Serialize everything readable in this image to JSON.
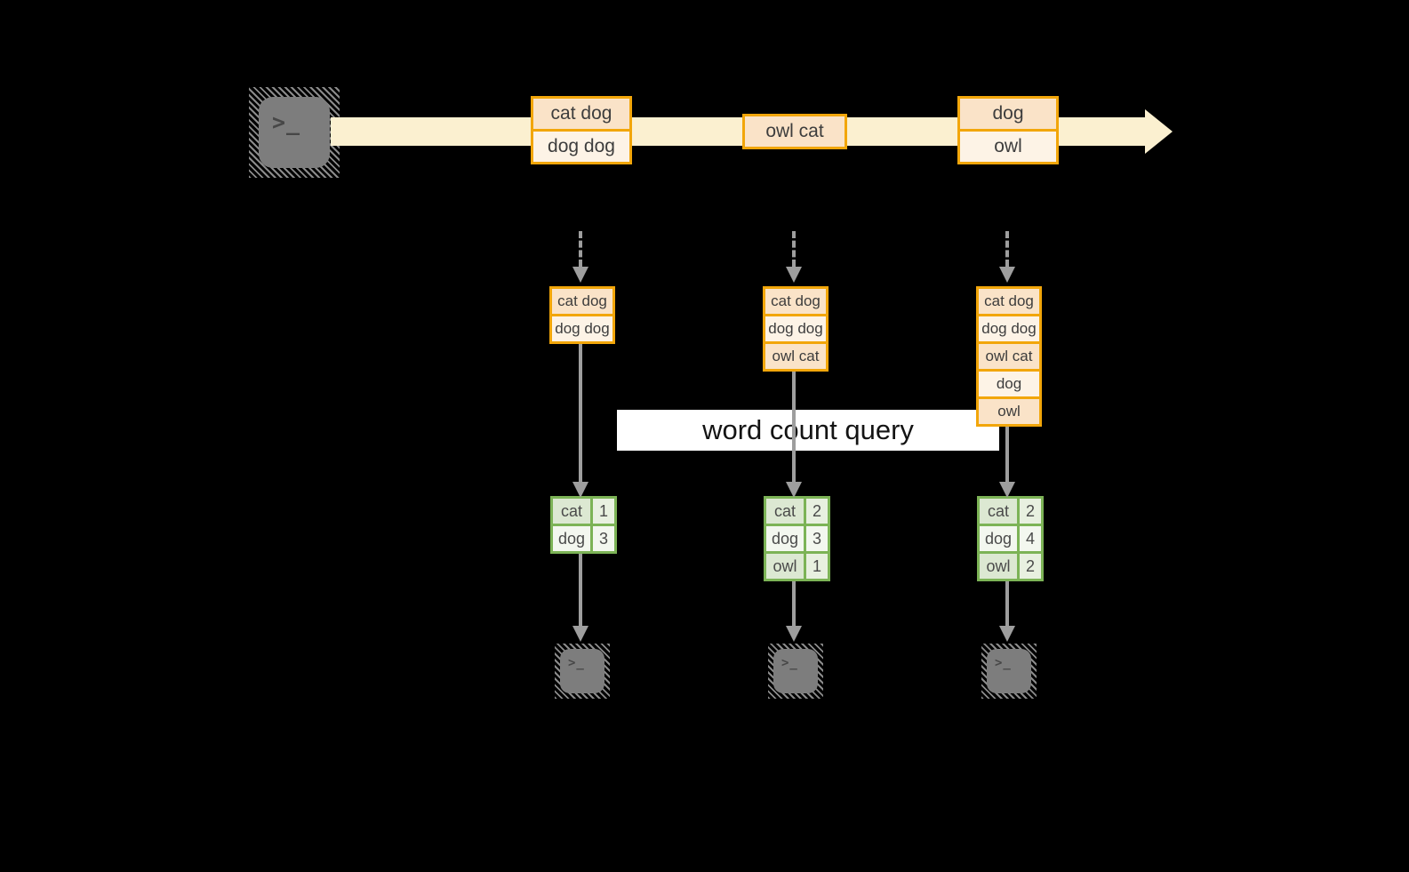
{
  "icons": {
    "terminal_glyph": ">_"
  },
  "stream": {
    "records": [
      {
        "cells": [
          "cat dog",
          "dog dog"
        ]
      },
      {
        "cells": [
          "owl cat"
        ]
      },
      {
        "cells": [
          "dog",
          "owl"
        ]
      }
    ]
  },
  "query_banner": {
    "label": "word count query"
  },
  "columns": [
    {
      "accumulated": [
        "cat dog",
        "dog dog"
      ],
      "counts": [
        {
          "word": "cat",
          "count": "1"
        },
        {
          "word": "dog",
          "count": "3"
        }
      ]
    },
    {
      "accumulated": [
        "cat dog",
        "dog dog",
        "owl cat"
      ],
      "counts": [
        {
          "word": "cat",
          "count": "2"
        },
        {
          "word": "dog",
          "count": "3"
        },
        {
          "word": "owl",
          "count": "1"
        }
      ]
    },
    {
      "accumulated": [
        "cat dog",
        "dog dog",
        "owl cat",
        "dog",
        "owl"
      ],
      "counts": [
        {
          "word": "cat",
          "count": "2"
        },
        {
          "word": "dog",
          "count": "4"
        },
        {
          "word": "owl",
          "count": "2"
        }
      ]
    }
  ],
  "colors": {
    "background": "#000000",
    "stream-band": "#FBF0D0",
    "box-border": "#F2A60A",
    "box-fill-dark": "#FAE3C8",
    "box-fill-light": "#FDF3E6",
    "table-border": "#7CB356",
    "table-fill-dark": "#DCE8D2",
    "table-fill-light": "#F3F7EF",
    "connector-gray": "#9E9E9E",
    "terminal-gray": "#7D7D7D",
    "banner-bg": "#FFFFFF",
    "text-dark": "#3D3D3D"
  }
}
